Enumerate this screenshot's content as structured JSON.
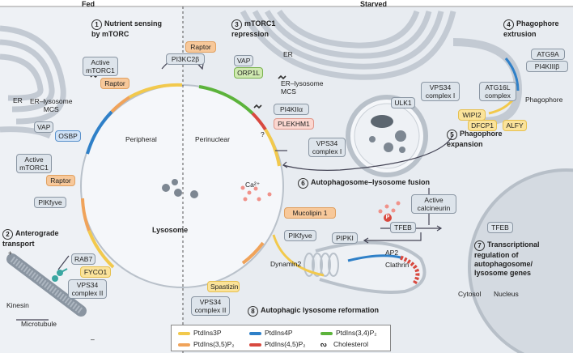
{
  "header": {
    "fed": "Fed",
    "starved": "Starved"
  },
  "steps": [
    {
      "n": "1",
      "title": "Nutrient sensing\nby mTORC"
    },
    {
      "n": "2",
      "title": "Anterograde\ntransport"
    },
    {
      "n": "3",
      "title": "mTORC1\nrepression"
    },
    {
      "n": "4",
      "title": "Phagophore\nextrusion"
    },
    {
      "n": "5",
      "title": "Phagophore\nexpansion"
    },
    {
      "n": "6",
      "title": "Autophagosome–lysosome fusion"
    },
    {
      "n": "7",
      "title": "Transcriptional\nregulation of\nautophagosome/\nlysosome genes"
    },
    {
      "n": "8",
      "title": "Autophagic lysosome reformation"
    }
  ],
  "labels": {
    "er_left": "ER",
    "er_right": "ER",
    "mcs_left": "ER–lysosome\nMCS",
    "mcs_right": "ER–lysosome\nMCS",
    "peripheral": "Peripheral",
    "perinuclear": "Perinuclear",
    "lysosome": "Lysosome",
    "kinesin": "Kinesin",
    "microtubule": "Microtubule",
    "plus": "+",
    "minus": "–",
    "question": "?",
    "ca": "Ca²⁺",
    "phagophore": "Phagophore",
    "dynamin": "Dynamin2",
    "ap2": "AP2",
    "clathrin": "Clathrin",
    "cytosol": "Cytosol",
    "nucleus": "Nucleus",
    "p": "P"
  },
  "boxes": {
    "active_mtorc1_top": "Active\nmTORC1",
    "raptor_top": "Raptor",
    "vap_left": "VAP",
    "osbp": "OSBP",
    "active_mtorc1_bottom": "Active\nmTORC1",
    "raptor_bottom": "Raptor",
    "pikfyve_left": "PIKfyve",
    "rab7": "RAB7",
    "fyco1": "FYCO1",
    "vps34_ii_left": "VPS34\ncomplex II",
    "raptor_mid": "Raptor",
    "pi3kc2b": "PI3KC2β",
    "vap_right": "VAP",
    "orp1l": "ORP1L",
    "pi4k2a": "PI4KIIα",
    "plekhm1": "PLEKHM1",
    "vps34_i_mid": "VPS34\ncomplex I",
    "ulk1": "ULK1",
    "vps34_i_top": "VPS34\ncomplex I",
    "atg16l": "ATG16L\ncomplex",
    "atg9a": "ATG9A",
    "pi4k3b": "PI4KIIIβ",
    "wipi2": "WIPI2",
    "dfcp1": "DFCP1",
    "alfy": "ALFY",
    "mucolipin": "Mucolipin 1",
    "active_calcineurin": "Active\ncalcineurin",
    "tfeb_left": "TFEB",
    "tfeb_right": "TFEB",
    "pikfyve_right": "PIKfyve",
    "pipki": "PIPKI",
    "spastizin": "Spastizin",
    "vps34_ii_bottom": "VPS34\ncomplex II"
  },
  "legend": [
    {
      "label": "PtdIns3P",
      "color": "#f2c94c"
    },
    {
      "label": "PtdIns4P",
      "color": "#2f80c8"
    },
    {
      "label": "PtdIns(3,4)P₂",
      "color": "#5cb33b"
    },
    {
      "label": "PtdIns(3,5)P₂",
      "color": "#f0a35a"
    },
    {
      "label": "PtdIns(4,5)P₂",
      "color": "#d8493f"
    },
    {
      "label": "Cholesterol",
      "icon": "cholesterol-icon"
    }
  ],
  "colors": {
    "fed_bg": "#eef1f5",
    "starved_bg": "#e6eaef",
    "lysosome": "#f4f6f9",
    "er": "#c7ced6"
  }
}
